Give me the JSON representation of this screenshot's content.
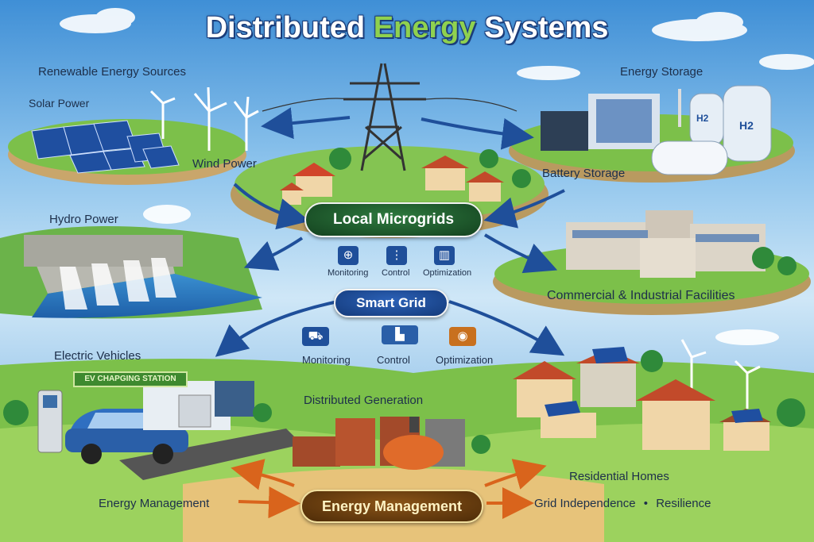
{
  "title_part1": "Distributed ",
  "title_part2": "Energy",
  "title_part3": " Systems",
  "renewable_sources": "Renewable Energy Sources",
  "solar_power": "Solar Power",
  "wind_power": "Wind Power",
  "hydro_power": "Hydro Power",
  "energy_storage": "Energy Storage",
  "battery_storage": "Battery Storage",
  "h2_tank_1": "H2",
  "h2_tank_2": "H2",
  "local_microgrids": "Local Microgrids",
  "microgrid_icons": {
    "monitoring": "Monitoring",
    "control": "Control",
    "optimization": "Optimization"
  },
  "smart_grid": "Smart Grid",
  "smart_grid_icons": {
    "monitoring": "Monitoring",
    "control": "Control",
    "optimization": "Optimization"
  },
  "commercial": "Commercial & Industrial Facilities",
  "electric_vehicles": "Electric Vehicles",
  "ev_station": "EV CHAPGING STATION",
  "distributed_generation": "Distributed Generation",
  "residential_homes": "Residential Homes",
  "energy_management_left": "Energy Management",
  "energy_management_center": "Energy Management",
  "grid_independence": "Grid Independence",
  "bullet": "•",
  "resilience": "Resilience",
  "colors": {
    "sky": "#3f8fd6",
    "grass": "#7cc04a",
    "microgrid_pill": "#1e5a2e",
    "smart_grid_pill": "#1f4f9a",
    "management_pill": "#6b3e10",
    "arrow_blue": "#1f4f9a",
    "arrow_orange": "#d9641c"
  }
}
